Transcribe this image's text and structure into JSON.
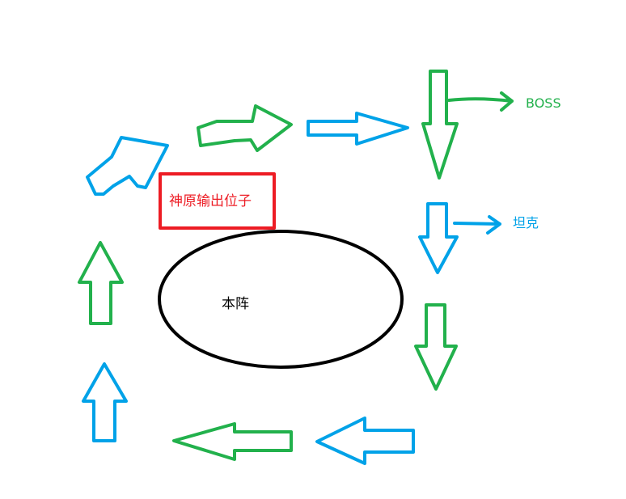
{
  "labels": {
    "boss": "BOSS",
    "tank": "坦克",
    "center": "本阵",
    "output_box": "神原输出位子"
  },
  "colors": {
    "green": "#22b14c",
    "blue": "#00a2e8",
    "red": "#ed1c24",
    "black": "#000000"
  }
}
